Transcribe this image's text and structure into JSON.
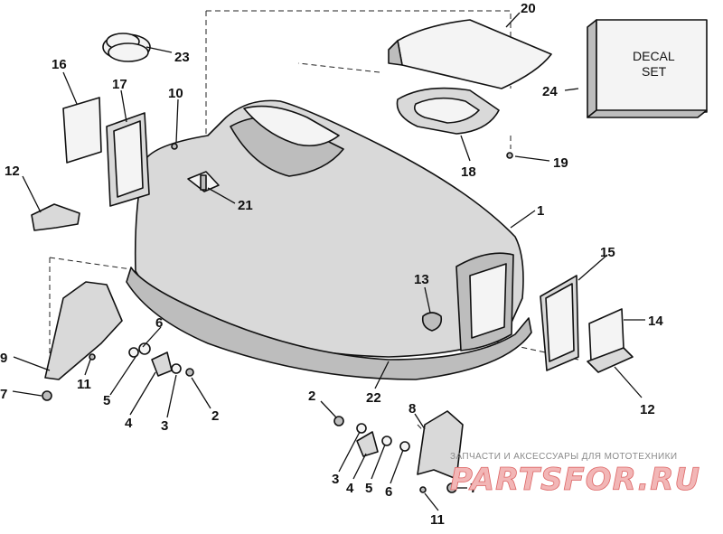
{
  "callouts": {
    "c1": "1",
    "c2a": "2",
    "c2b": "2",
    "c3a": "3",
    "c3b": "3",
    "c4a": "4",
    "c4b": "4",
    "c5a": "5",
    "c5b": "5",
    "c6a": "6",
    "c6b": "6",
    "c7a": "7",
    "c7b": "7",
    "c8": "8",
    "c9": "9",
    "c10": "10",
    "c11a": "11",
    "c11b": "11",
    "c12a": "12",
    "c12b": "12",
    "c13": "13",
    "c14": "14",
    "c15": "15",
    "c16": "16",
    "c17": "17",
    "c18": "18",
    "c19": "19",
    "c20": "20",
    "c21": "21",
    "c22": "22",
    "c23": "23",
    "c24": "24"
  },
  "decal_box": {
    "line1": "DECAL",
    "line2": "SET"
  },
  "watermark": {
    "tagline": "ЗАПЧАСТИ И АКСЕССУАРЫ ДЛЯ МОТОТЕХНИКИ",
    "brand": "PARTSFOR.RU"
  }
}
